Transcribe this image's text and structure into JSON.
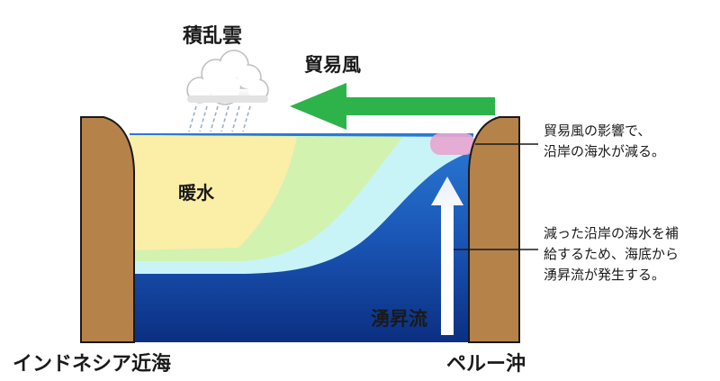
{
  "labels": {
    "cloud": "積乱雲",
    "wind": "貿易風",
    "warm_water": "暖水",
    "upwelling": "湧昇流",
    "left_coast": "インドネシア近海",
    "right_coast": "ペルー沖"
  },
  "annotations": {
    "top": {
      "line1": "貿易風の影響で、",
      "line2": "沿岸の海水が減る。"
    },
    "bottom": {
      "line1": "減った沿岸の海水を補",
      "line2": "給するため、海底から",
      "line3": "湧昇流が発生する。"
    }
  },
  "colors": {
    "land": "#b5834a",
    "warm_water": "#fbeea6",
    "mid_water": "#d2f2b0",
    "cool_water": "#c8f4f8",
    "deep_water_top": "#2a7ad4",
    "deep_water_bottom": "#0b2f82",
    "wind_arrow": "#2db34a",
    "depleted_zone": "#e7a6cf"
  }
}
